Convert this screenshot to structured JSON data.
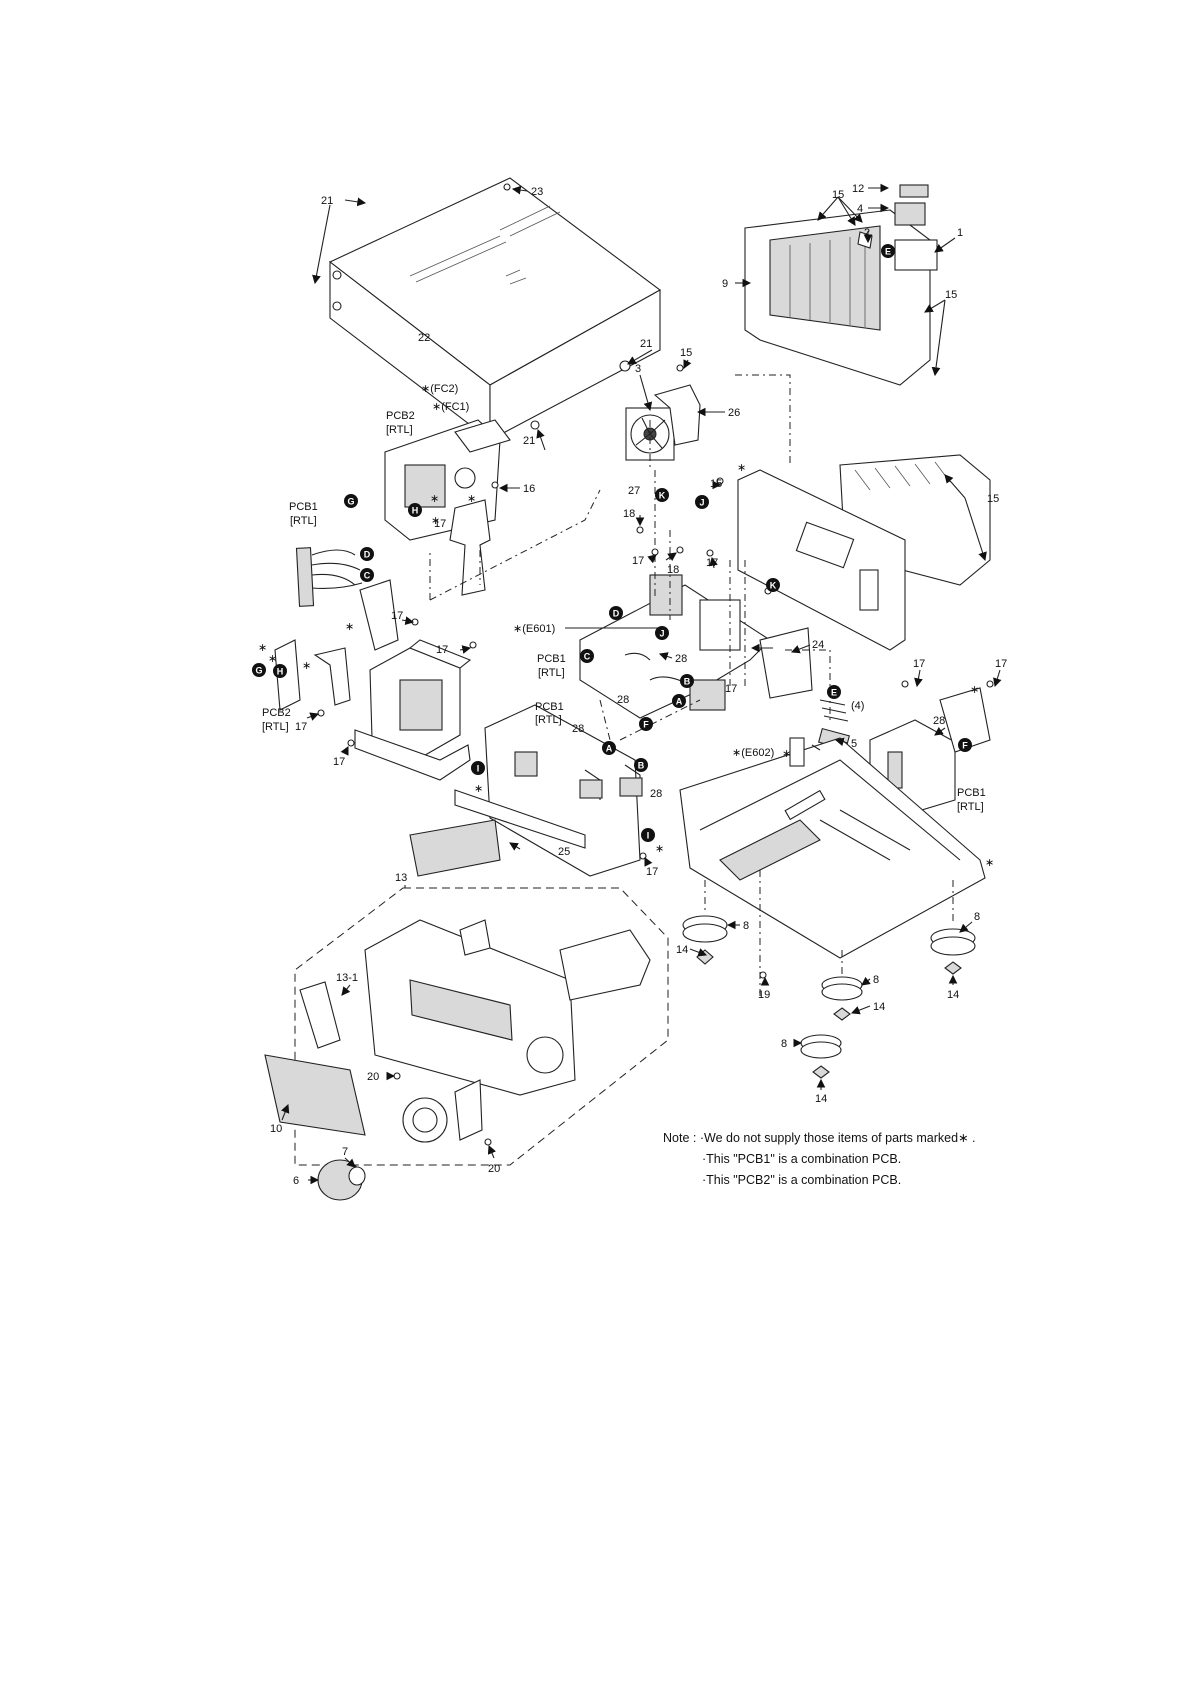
{
  "labels": {
    "l1": "1",
    "l2": "2",
    "l3": "3",
    "l4": "4",
    "l5": "5",
    "l6": "6",
    "l7": "7",
    "l8": "8",
    "l9": "9",
    "l10": "10",
    "l12": "12",
    "l13": "13",
    "l13_1": "13-1",
    "l14": "14",
    "l15": "15",
    "l16": "16",
    "l17": "17",
    "l18": "18",
    "l19": "19",
    "l20": "20",
    "l21": "21",
    "l22": "22",
    "l23": "23",
    "l24": "24",
    "l25": "25",
    "l26": "26",
    "l27": "27",
    "l28": "28",
    "fc1": "∗(FC1)",
    "fc2": "∗(FC2)",
    "e601": "∗(E601)",
    "e602": "∗(E602)",
    "pcb1": "PCB1",
    "pcb2": "PCB2",
    "rtl": "[RTL]",
    "qty4": "(4)",
    "star": "∗"
  },
  "connectors": {
    "A": "A",
    "B": "B",
    "C": "C",
    "D": "D",
    "E": "E",
    "F": "F",
    "G": "G",
    "H": "H",
    "I": "I",
    "J": "J",
    "K": "K"
  },
  "note": {
    "prefix": "Note :",
    "line1": "·We do not supply those items of parts marked∗ .",
    "line2": "·This \"PCB1\" is a combination PCB.",
    "line3": "·This \"PCB2\" is a combination PCB."
  }
}
